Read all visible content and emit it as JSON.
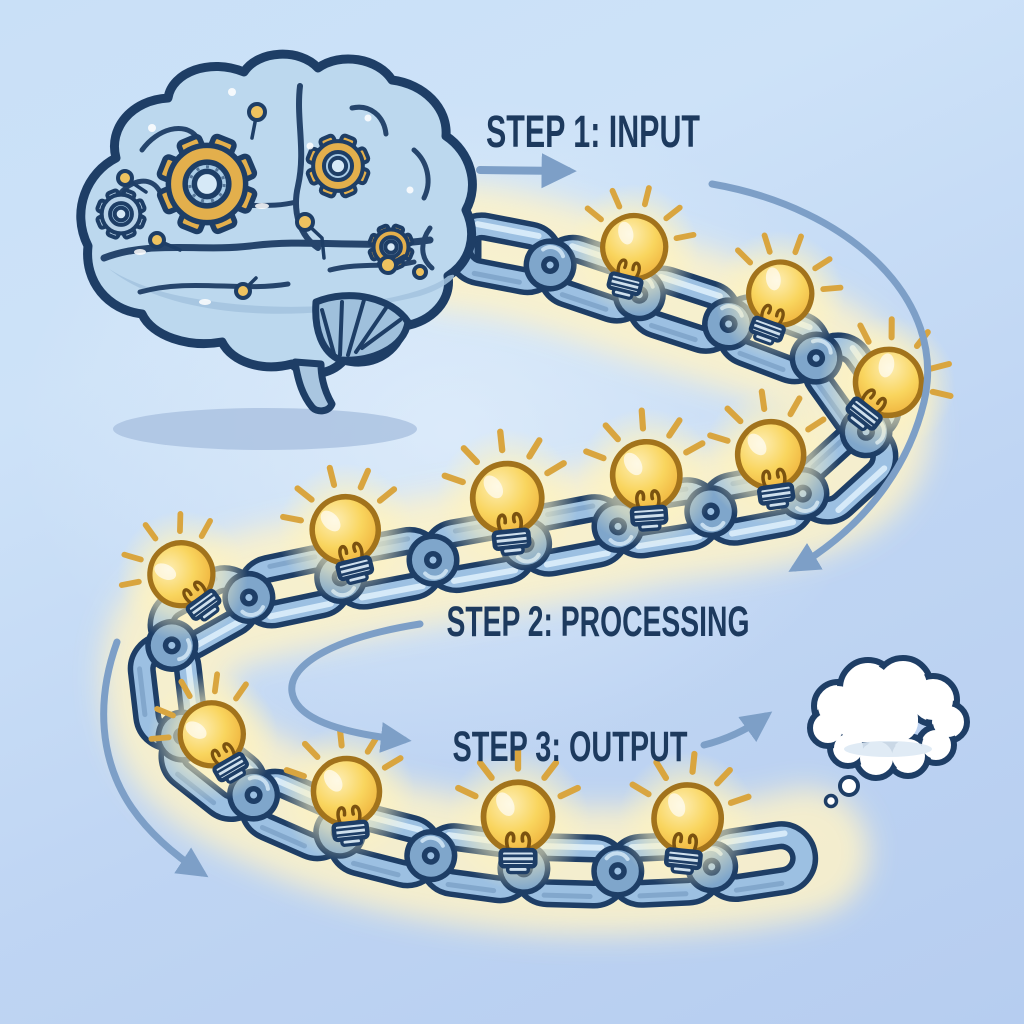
{
  "title": "brainstorming chain-of-ideas process illustration",
  "steps": [
    {
      "id": "input",
      "label": "STEP 1: INPUT"
    },
    {
      "id": "processing",
      "label": "STEP 2: PROCESSING"
    },
    {
      "id": "output",
      "label": "STEP 3: OUTPUT"
    }
  ],
  "illustration": {
    "brain": "mechanical brain with gears and circuit nodes",
    "chain": "serpentine chain of linked ideas running from the brain to a thought cloud",
    "lightbulb_count": 12,
    "gear_count": 4,
    "thought_cloud": "empty thought bubble at chain end",
    "arrow_count": 5
  },
  "colors": {
    "background_top": "#c9e0f7",
    "background_bottom": "#b6cdf0",
    "ink_navy": "#1e3e66",
    "text_navy": "#1d3a5e",
    "brain_fill": "#bcd8ee",
    "brain_shade": "#a3c3de",
    "gear_gold": "#e3af4c",
    "gear_blue": "#b8d2e8",
    "node_gold": "#eec25f",
    "chain_blue": "#9cc0e2",
    "chain_dark": "#7fa6cb",
    "chain_highlight": "#d9ecfa",
    "glow_cream": "#fef3c8",
    "bulb_yellow": "#f6c94e",
    "bulb_light": "#fde9a8",
    "bulb_outline": "#a2731c",
    "ray_gold": "#d9a53f",
    "bulb_base_silver": "#cfe0ed",
    "arrow_blue": "#7d9fc7",
    "cloud_white": "#ffffff",
    "shadow_blue": "#a9c1e0"
  }
}
